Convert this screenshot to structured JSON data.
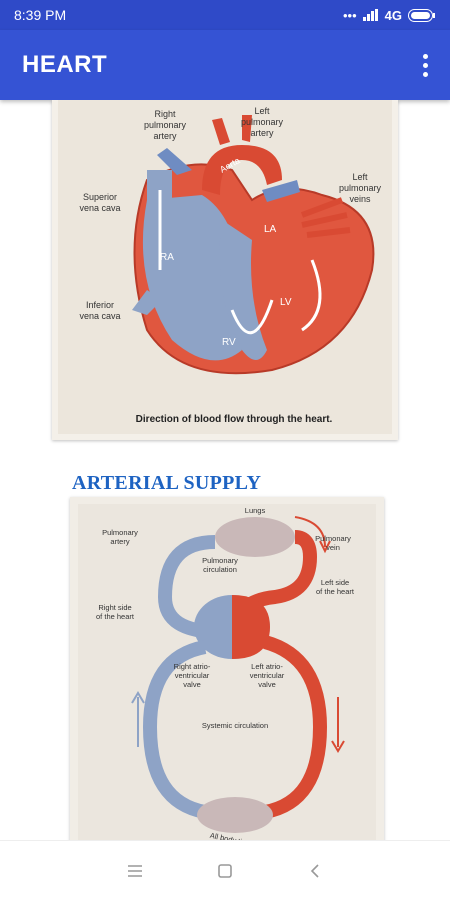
{
  "status": {
    "time": "8:39 PM",
    "network": "4G"
  },
  "app": {
    "title": "HEART"
  },
  "figure1": {
    "labels": {
      "right_pulmonary_artery": "Right\npulmonary\nartery",
      "left_pulmonary_artery": "Left\npulmonary\nartery",
      "superior_vena_cava": "Superior\nvena cava",
      "left_pulmonary_veins": "Left\npulmonary\nveins",
      "inferior_vena_cava": "Inferior\nvena cava",
      "aorta": "Aorta",
      "ra": "RA",
      "la": "LA",
      "rv": "RV",
      "lv": "LV"
    },
    "caption": "Direction of blood flow through the heart."
  },
  "section": {
    "title": "ARTERIAL SUPPLY"
  },
  "figure2": {
    "labels": {
      "lungs": "Lungs",
      "pulmonary_artery": "Pulmonary\nartery",
      "pulmonary_circulation": "Pulmonary\ncirculation",
      "pulmonary_vein": "Pulmonary\nvein",
      "left_side_heart": "Left side\nof the heart",
      "right_side_heart": "Right side\nof the heart",
      "right_av_valve": "Right atrio-\nventricular\nvalve",
      "left_av_valve": "Left atrio-\nventricular\nvalve",
      "systemic_circulation": "Systemic circulation",
      "all_body_tissues": "All body tissues"
    }
  }
}
